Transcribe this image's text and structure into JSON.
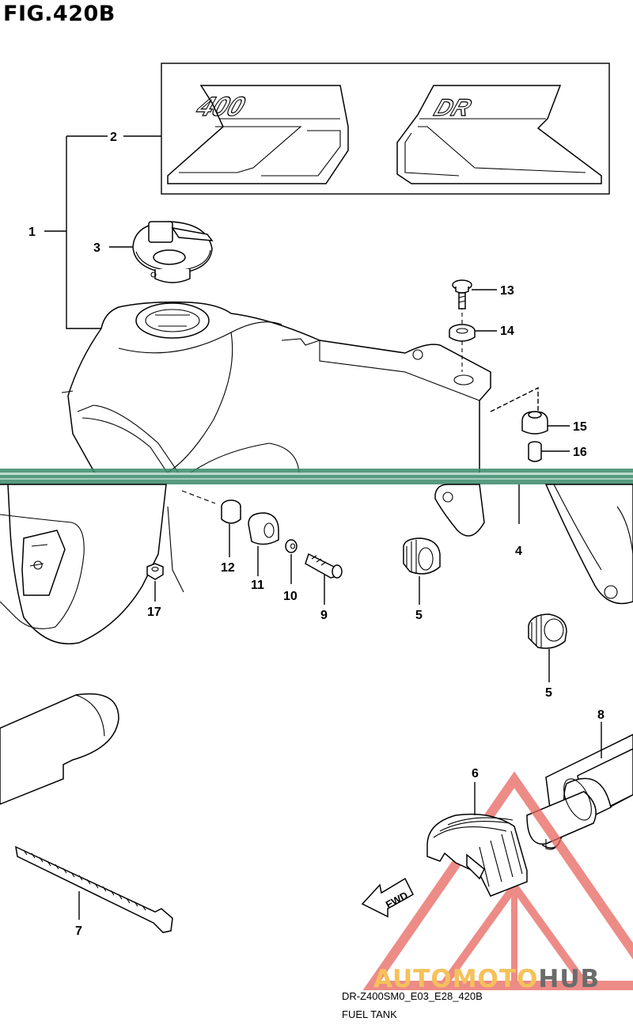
{
  "header": {
    "figure_id": "FIG.420B"
  },
  "footer": {
    "model_code": "DR-Z400SM0_E03_E28_420B",
    "caption": "FUEL TANK"
  },
  "watermark": {
    "part1": "AUTOMOTO",
    "part2": "HUB",
    "color_primary": "#f5c15a",
    "color_secondary": "#6b6b6b",
    "logo_color": "#e8655f"
  },
  "decal": {
    "left_text": "400",
    "right_text": "DR"
  },
  "arrow": {
    "text": "FWD"
  },
  "callouts": {
    "c1": "1",
    "c2": "2",
    "c3": "3",
    "c4": "4",
    "c5a": "5",
    "c5b": "5",
    "c6": "6",
    "c7": "7",
    "c8": "8",
    "c9": "9",
    "c10": "10",
    "c11": "11",
    "c12": "12",
    "c13": "13",
    "c14": "14",
    "c15": "15",
    "c16": "16",
    "c17": "17"
  },
  "colors": {
    "scan_band": "#3a8a6a"
  }
}
